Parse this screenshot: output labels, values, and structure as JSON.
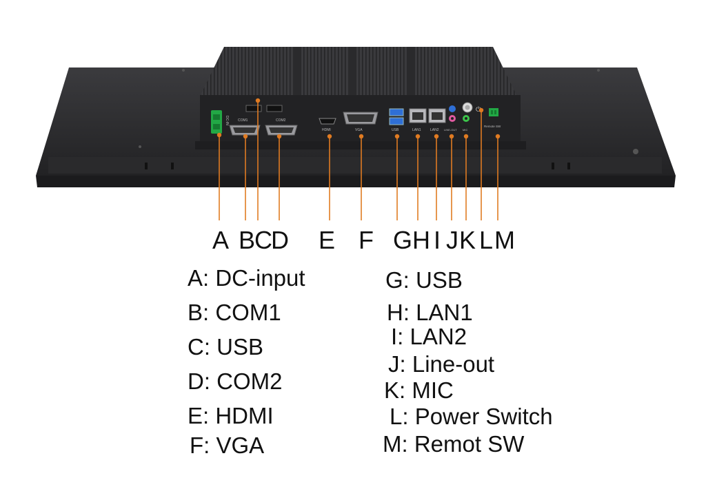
{
  "device": {
    "port_labels": {
      "dc": "DC-IN",
      "com1": "COM1",
      "com2": "COM2",
      "hdmi": "HDMI",
      "vga": "VGA",
      "usb": "USB",
      "lan1": "LAN1",
      "lan2": "LAN2",
      "lineout": "LINE-OUT",
      "mic": "MIC",
      "remote": "Remote SW"
    }
  },
  "callouts": [
    {
      "letter": "A"
    },
    {
      "letter": "B"
    },
    {
      "letter": "C"
    },
    {
      "letter": "D"
    },
    {
      "letter": "E"
    },
    {
      "letter": "F"
    },
    {
      "letter": "G"
    },
    {
      "letter": "H"
    },
    {
      "letter": "I"
    },
    {
      "letter": "J"
    },
    {
      "letter": "K"
    },
    {
      "letter": "L"
    },
    {
      "letter": "M"
    }
  ],
  "legend": {
    "left": [
      "A: DC-input",
      "B: COM1",
      "C: USB",
      "D: COM2",
      "E: HDMI",
      "F: VGA"
    ],
    "right": [
      "G: USB",
      "H: LAN1",
      "I: LAN2",
      "J: Line-out",
      "K: MIC",
      "L: Power Switch",
      "M: Remot SW"
    ]
  },
  "colors": {
    "leader": "#e07b22",
    "panel": "#2b2b2d",
    "panel_edge": "#1a1a1c",
    "heatsink": "#3a3a3d",
    "usb_blue": "#2f6fd6",
    "jack_green": "#3cc44a",
    "jack_pink": "#e05aa0",
    "dc_green": "#22a845"
  }
}
